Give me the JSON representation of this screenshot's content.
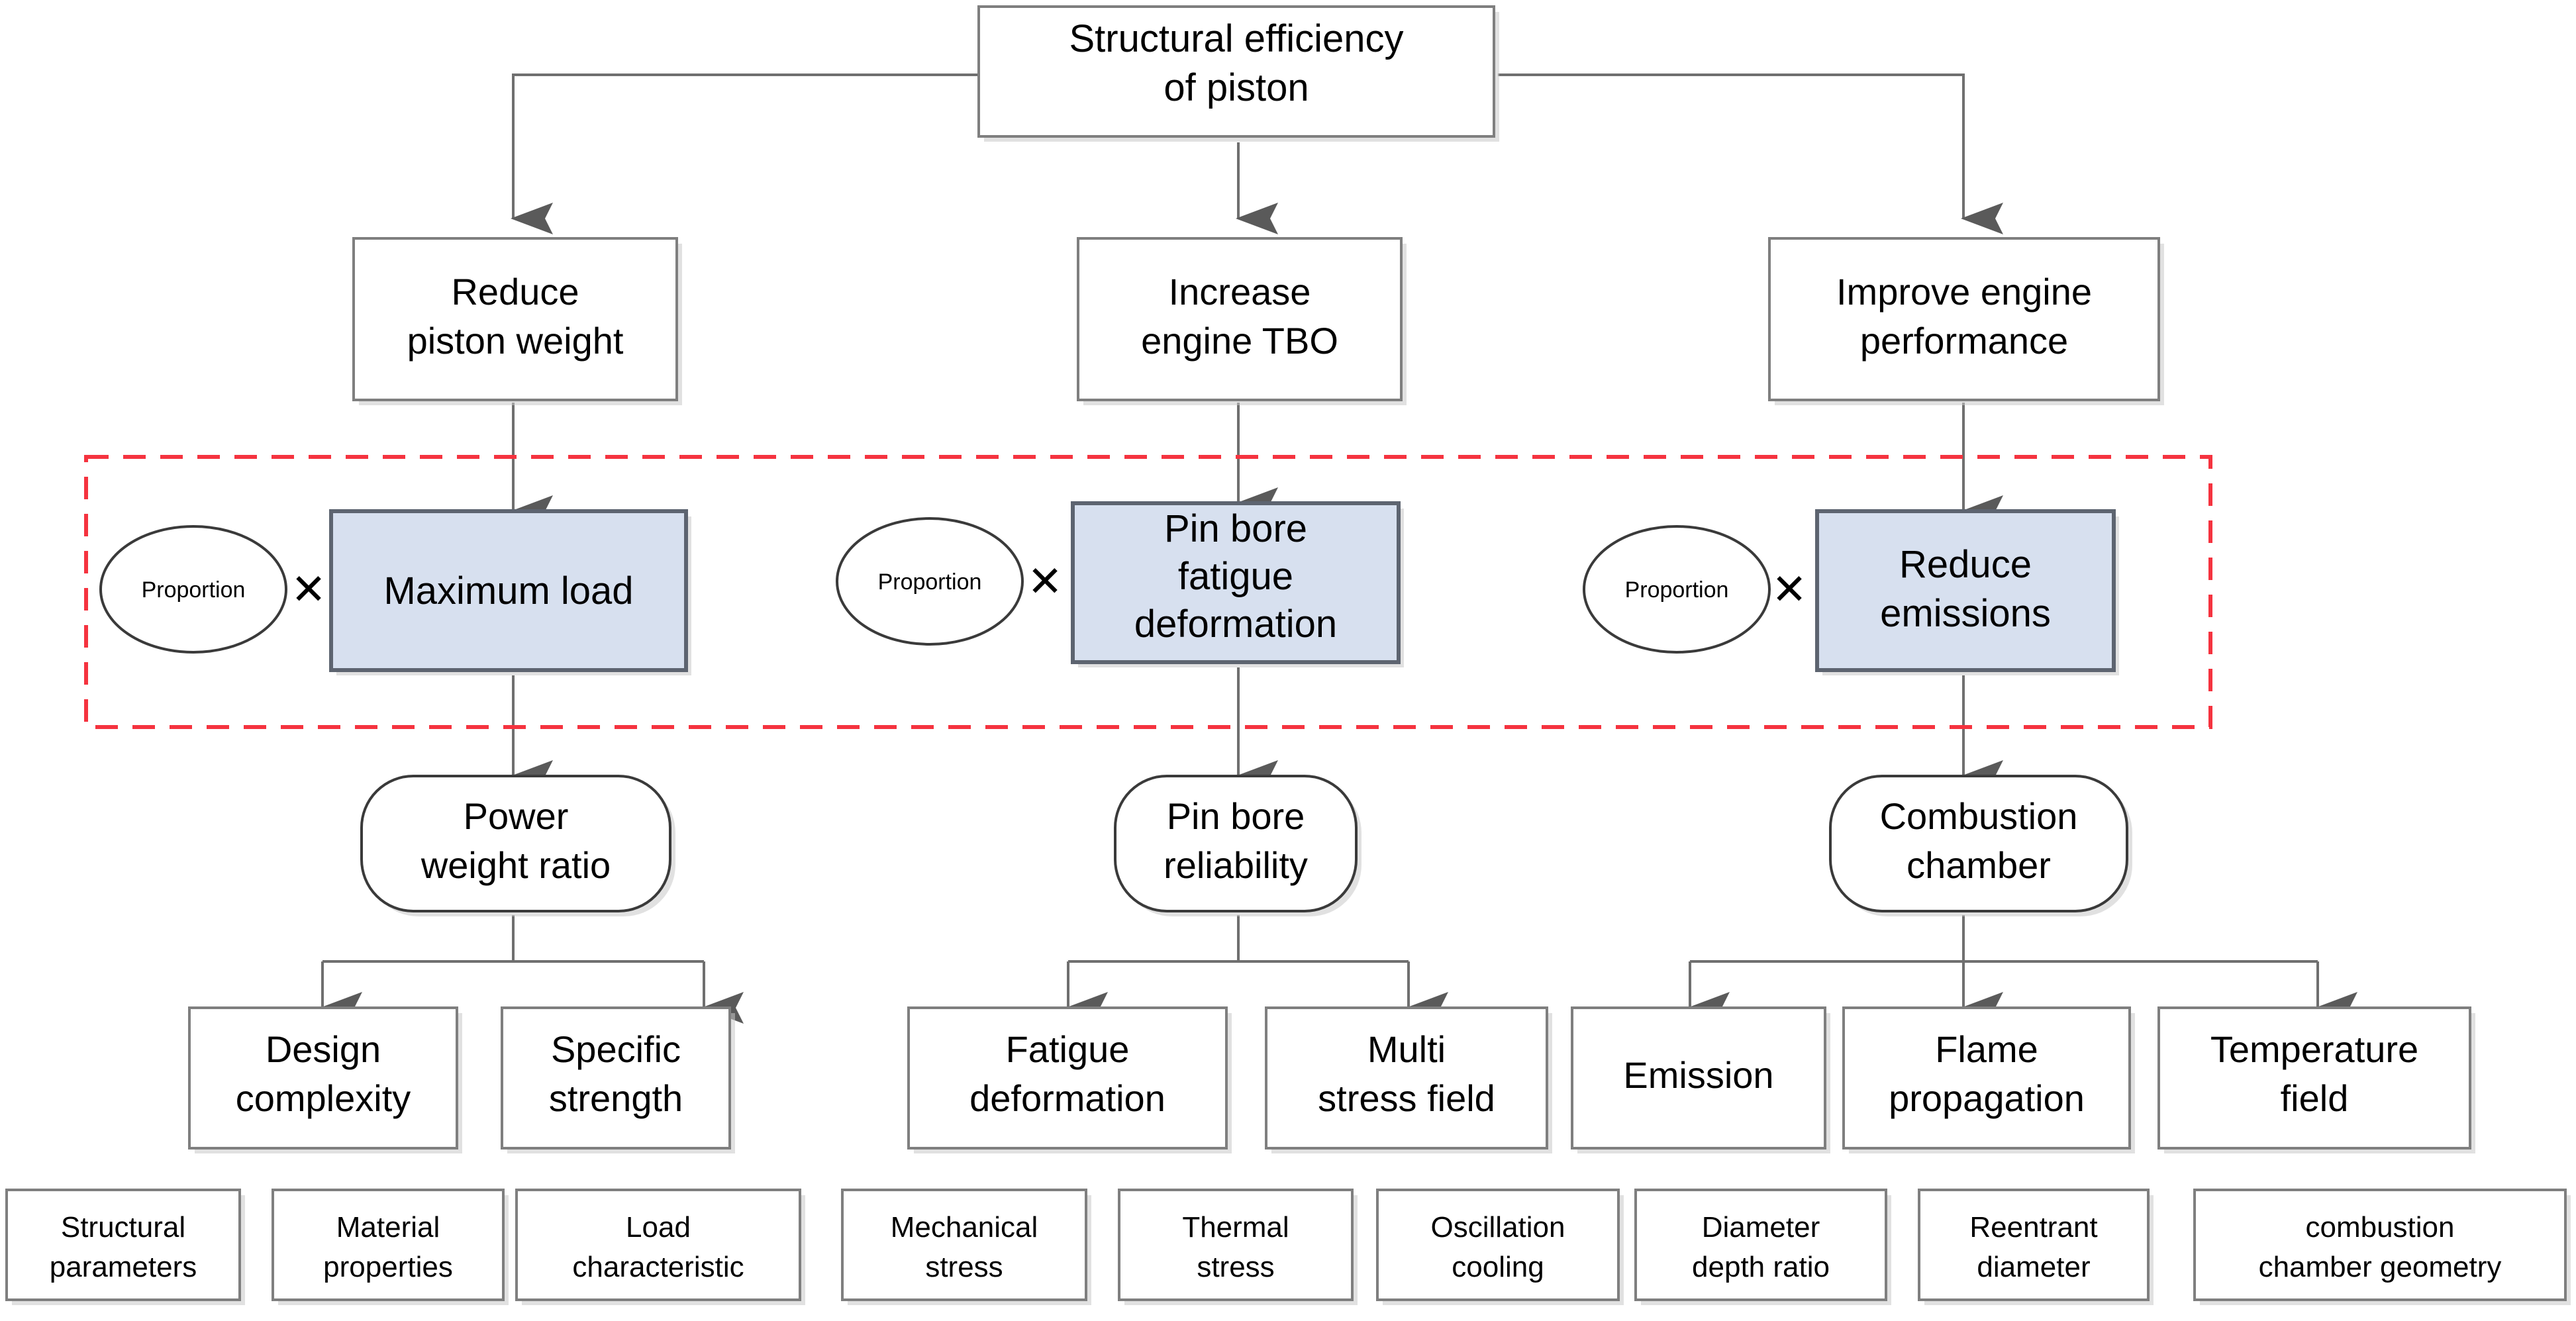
{
  "diagram": {
    "title": "Structural efficiency of piston decomposition",
    "colors": {
      "accent_fill": "#d7e0ef",
      "accent_stroke": "#5d6470",
      "node_stroke": "#7f7f7f",
      "edge": "#6f6f6f",
      "highlight_dashed": "#f5333f",
      "background": "#ffffff"
    },
    "root": {
      "line1": "Structural efficiency",
      "line2": "of piston"
    },
    "level2": [
      {
        "line1": "Reduce",
        "line2": "piston weight"
      },
      {
        "line1": "Increase",
        "line2": "engine TBO"
      },
      {
        "line1": "Improve engine",
        "line2": "performance"
      }
    ],
    "highlight_row": {
      "operator": "✕",
      "items": [
        {
          "proportion": "Proportion",
          "line1": "Maximum load",
          "line2": "",
          "line3": ""
        },
        {
          "proportion": "Proportion",
          "line1": "Pin bore",
          "line2": "fatigue",
          "line3": "deformation"
        },
        {
          "proportion": "Proportion",
          "line1": "Reduce",
          "line2": "emissions",
          "line3": ""
        }
      ]
    },
    "level4": [
      {
        "line1": "Power",
        "line2": "weight ratio"
      },
      {
        "line1": "Pin bore",
        "line2": "reliability"
      },
      {
        "line1": "Combustion",
        "line2": "chamber"
      }
    ],
    "level5": [
      {
        "line1": "Design",
        "line2": "complexity"
      },
      {
        "line1": "Specific",
        "line2": "strength"
      },
      {
        "line1": "Fatigue",
        "line2": "deformation"
      },
      {
        "line1": "Multi",
        "line2": "stress field"
      },
      {
        "line1": "Emission",
        "line2": ""
      },
      {
        "line1": "Flame",
        "line2": "propagation"
      },
      {
        "line1": "Temperature",
        "line2": "field"
      }
    ],
    "level6": [
      {
        "line1": "Structural",
        "line2": "parameters"
      },
      {
        "line1": "Material",
        "line2": "properties"
      },
      {
        "line1": "Load",
        "line2": "characteristic"
      },
      {
        "line1": "Mechanical",
        "line2": "stress"
      },
      {
        "line1": "Thermal",
        "line2": "stress"
      },
      {
        "line1": "Oscillation",
        "line2": "cooling"
      },
      {
        "line1": "Diameter",
        "line2": "depth ratio"
      },
      {
        "line1": "Reentrant",
        "line2": "diameter"
      },
      {
        "line1": "combustion",
        "line2": "chamber geometry"
      }
    ]
  }
}
